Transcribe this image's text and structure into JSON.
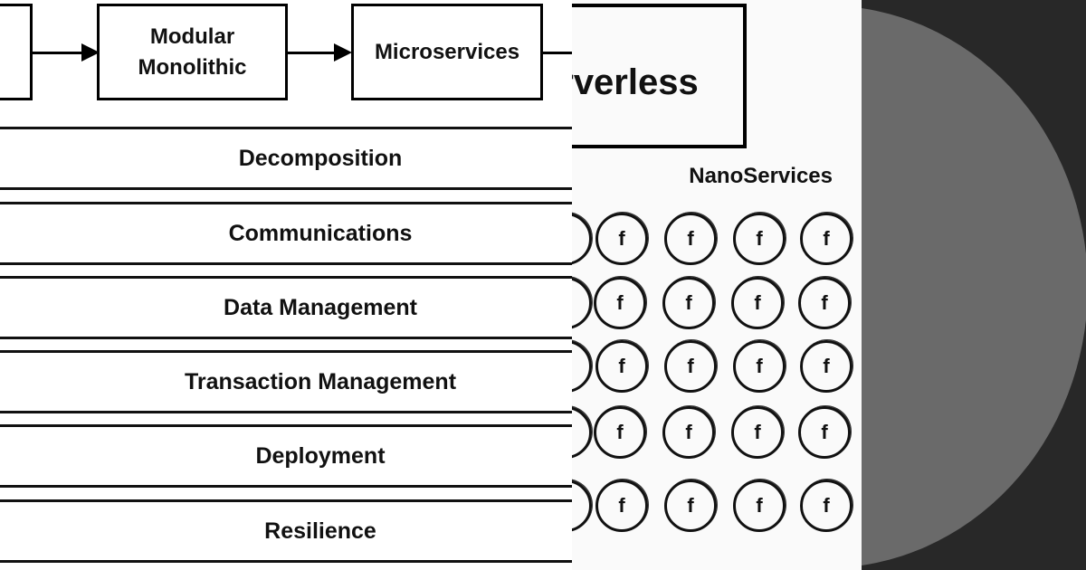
{
  "evolution": {
    "stages": [
      {
        "label_line1": "Modular",
        "label_line2": "Monolithic"
      },
      {
        "label": "Microservices"
      }
    ],
    "serverless_label": "erverless"
  },
  "patterns": [
    "Decomposition",
    "Communications",
    "Data Management",
    "Transaction Management",
    "Deployment",
    "Resilience"
  ],
  "nanoservices": {
    "title": "NanoServices",
    "function_symbol": "f",
    "rows": 5,
    "columns": 4
  },
  "decor": {
    "background_dark": "#282828",
    "circle_gray": "#6a6a6a"
  }
}
